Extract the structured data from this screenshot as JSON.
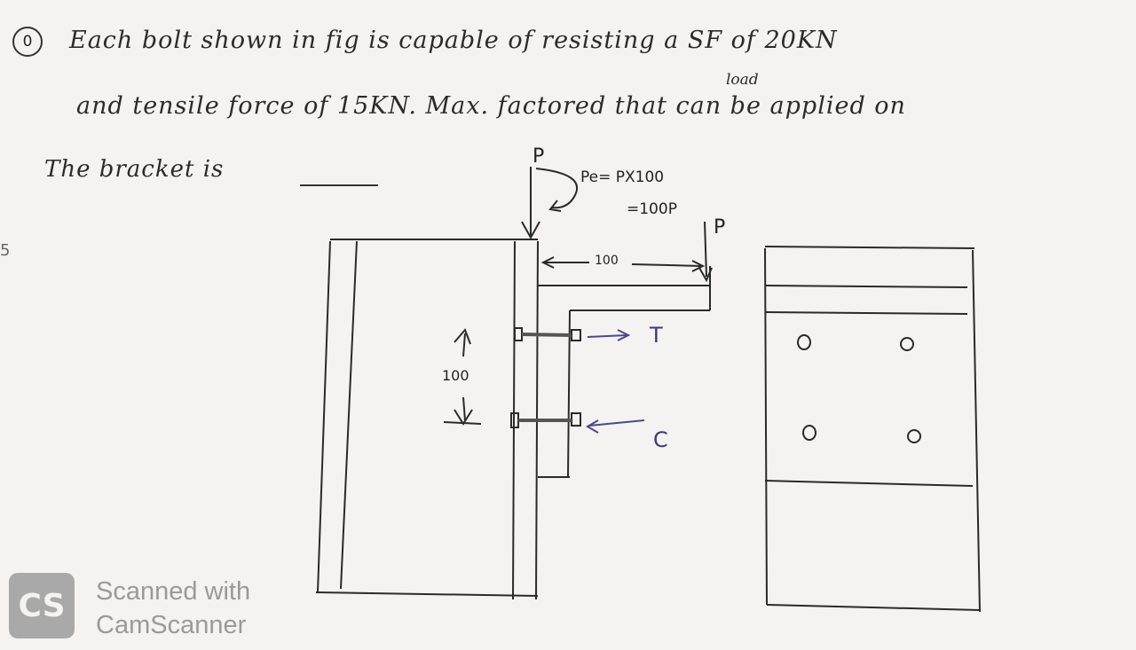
{
  "question": {
    "number": "0",
    "line1": "Each bolt shown in fig is capable of resisting a SF of 20KN",
    "superscript": "load",
    "line2": "and tensile force of 15KN. Max. factored that can be applied on",
    "line3": "The bracket is"
  },
  "figure": {
    "load_label": "P",
    "moment_eq_1": "Pe= PX100",
    "moment_eq_2": "=100P",
    "load_label_right": "P",
    "eccentricity": "100",
    "bolt_spacing": "100",
    "tension_label": "T",
    "compression_label": "C",
    "margin_mark": "5"
  },
  "watermark": {
    "logo": "CS",
    "line1": "Scanned with",
    "line2": "CamScanner"
  }
}
